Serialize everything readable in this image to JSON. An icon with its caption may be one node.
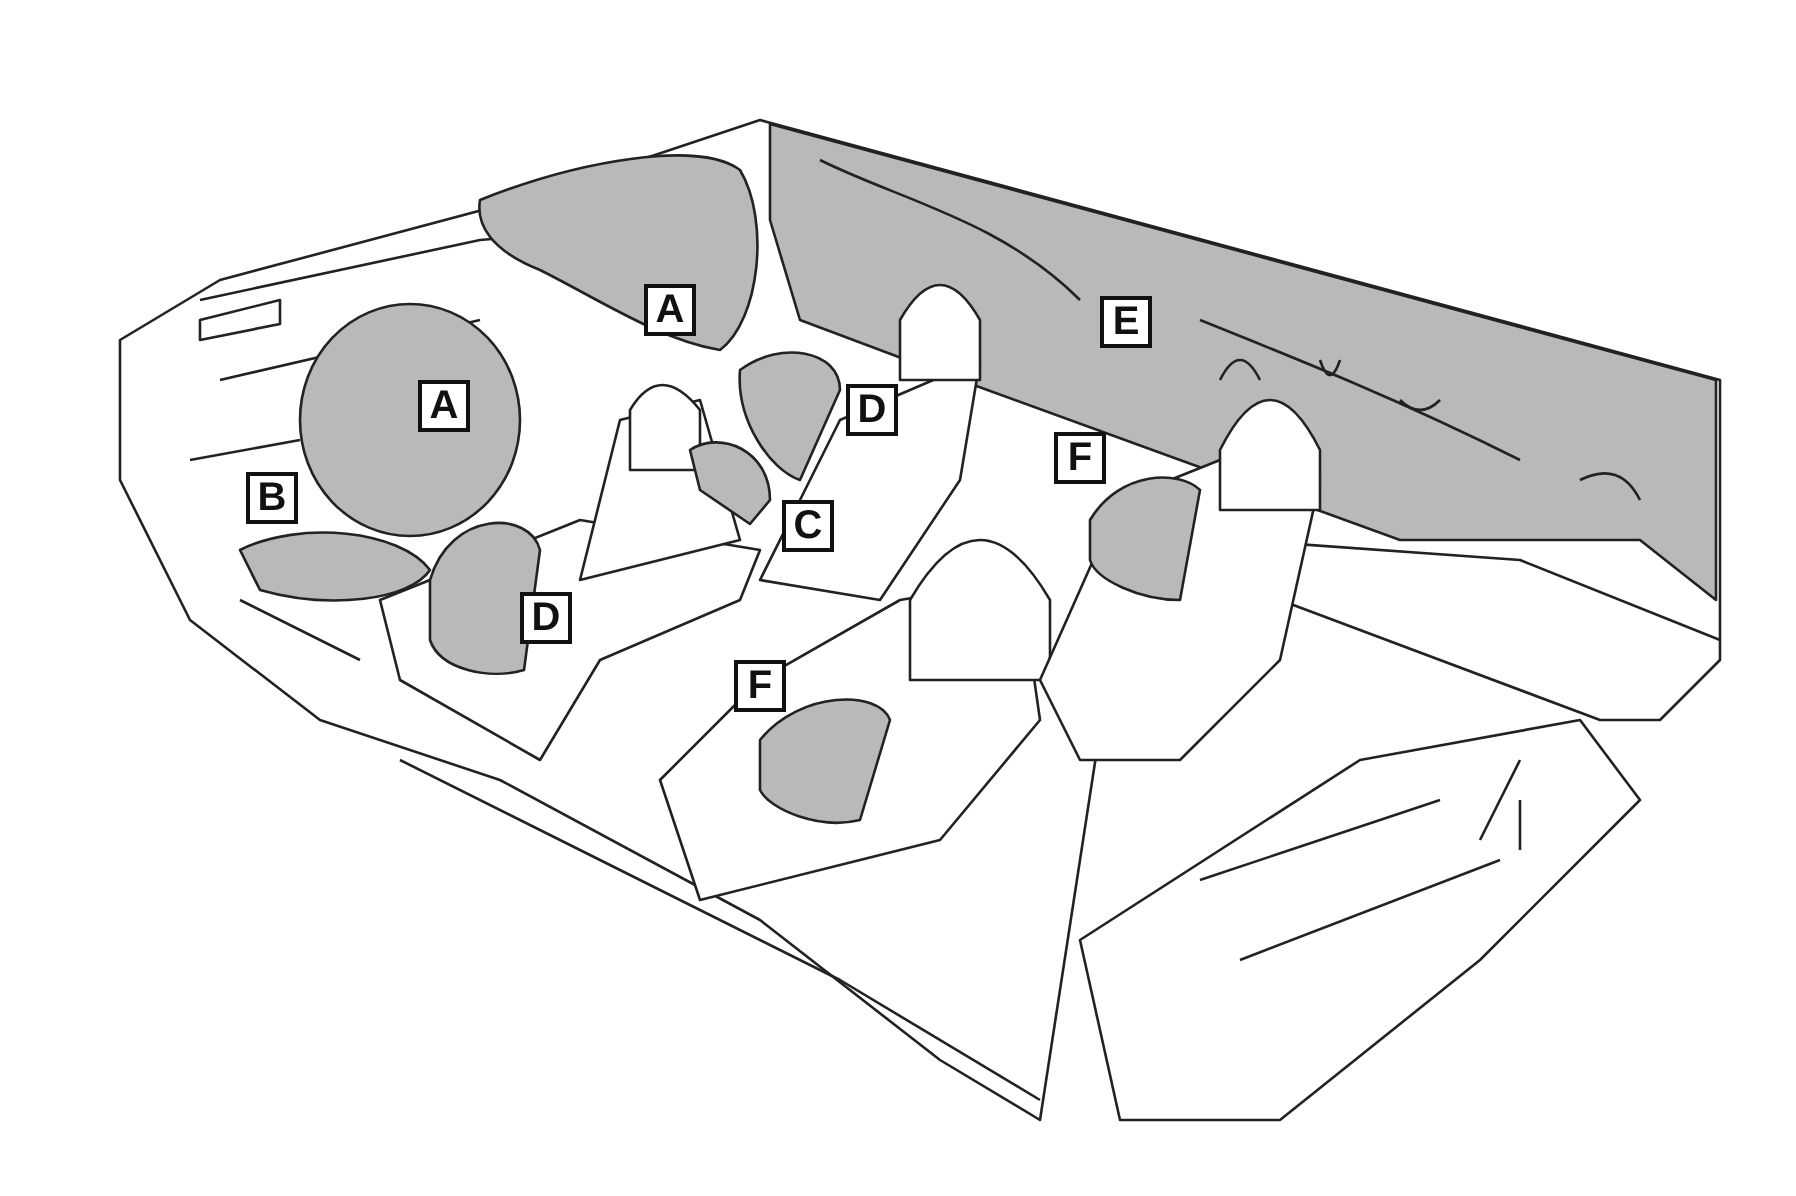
{
  "diagram": {
    "labels": [
      "A",
      "E",
      "A",
      "D",
      "F",
      "B",
      "C",
      "D",
      "F"
    ]
  }
}
